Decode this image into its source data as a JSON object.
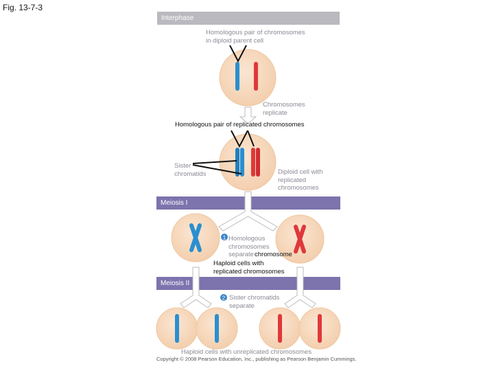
{
  "figure": {
    "title": "Fig. 13-7-3"
  },
  "bands": {
    "interphase": "Interphase",
    "meiosis1": "Meiosis I",
    "meiosis2": "Meiosis II"
  },
  "labels": {
    "homologous_pair_1": "Homologous pair of chromosomes",
    "homologous_pair_2": "in diploid parent cell",
    "replicate_1": "Chromosomes",
    "replicate_2": "replicate",
    "replicated_pair": "Homologous pair of replicated chromosomes",
    "sister_1": "Sister",
    "sister_2": "chromatids",
    "diploid_1": "Diploid cell with",
    "diploid_2": "replicated",
    "diploid_3": "chromosomes",
    "step1_number": "1",
    "step1_1": "Homologous",
    "step1_2": "chromosomes",
    "step1_3": "separate",
    "step1_extra": "chromosome",
    "haploid_rep_1": "Haploid cells with",
    "haploid_rep_2": "replicated chromosomes",
    "step2_number": "2",
    "step2_1": "Sister chromatids",
    "step2_2": "separate",
    "haploid_unrep": "Haploid cells with unreplicated chromosomes",
    "copyright": "Copyright © 2008 Pearson Education, Inc., publishing as Pearson Benjamin Cummings."
  },
  "colors": {
    "cell_fill": "#f7d9bd",
    "cell_edge": "#efc6a0",
    "blue": "#2a8fd0",
    "red": "#e0383a",
    "arrow": "#c9c9cf",
    "band_gray": "#b9b9bf",
    "band_purple": "#7d73ad",
    "step_circle": "#3a86c8"
  }
}
